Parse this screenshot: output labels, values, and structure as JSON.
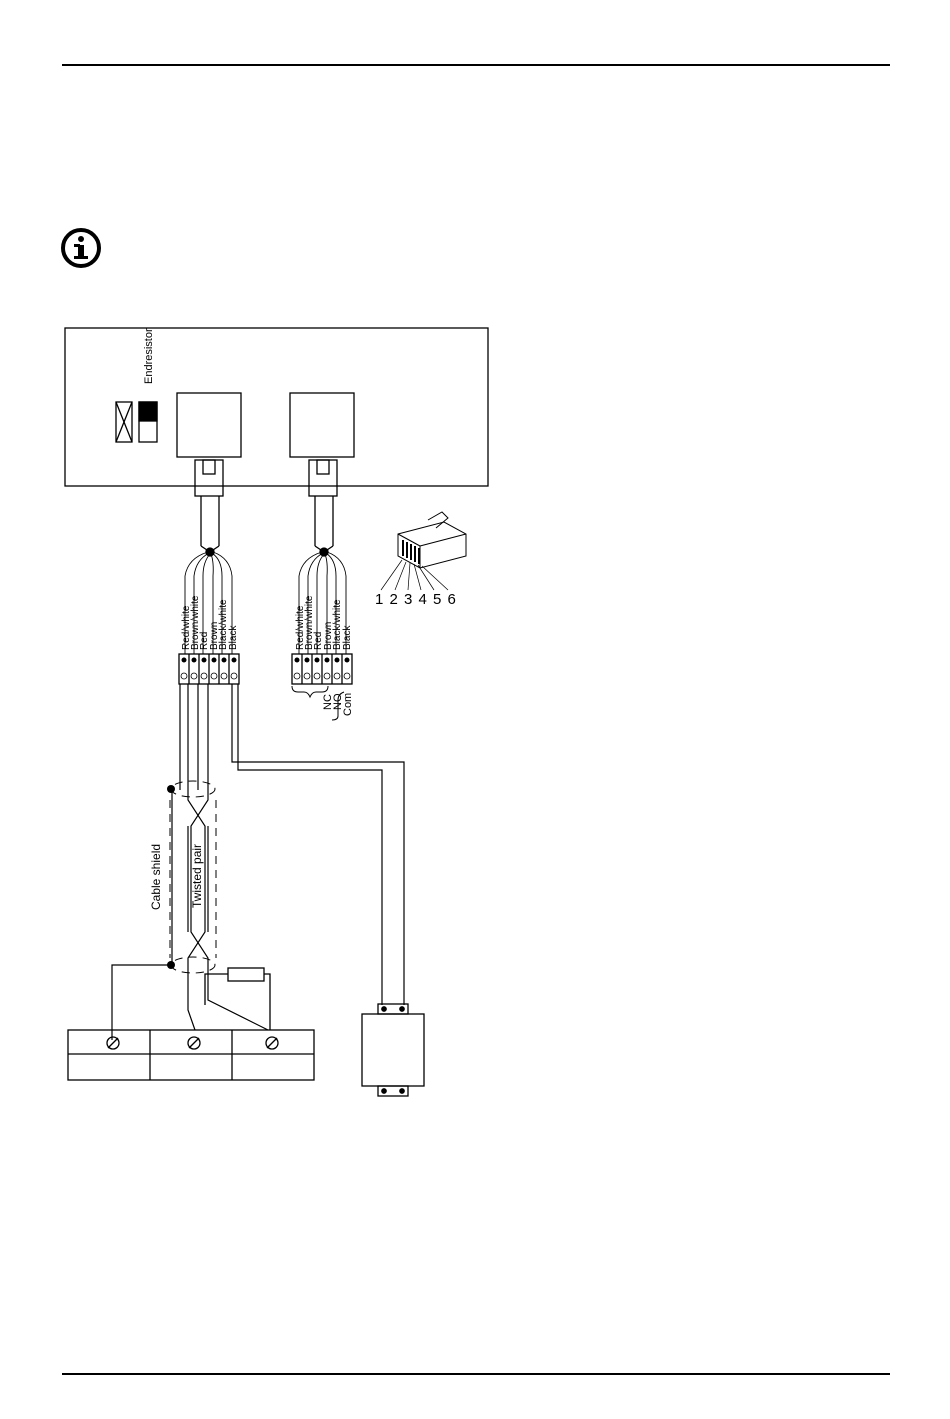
{
  "diagram": {
    "end_resistor_label": "Endresistor",
    "wire_labels": [
      "Red/white",
      "Brown/white",
      "Red",
      "Brown",
      "Black/white",
      "Black"
    ],
    "relay_labels": [
      "NC",
      "NO",
      "Com"
    ],
    "pin_numbers": "1 2 3 4 5 6",
    "cable_shield_label": "Cable shield",
    "twisted_pair_label": "Twisted pair"
  },
  "icons": {
    "info": "info-icon",
    "terminal_screw": "screw-icon",
    "connector": "rj12-connector-icon"
  }
}
